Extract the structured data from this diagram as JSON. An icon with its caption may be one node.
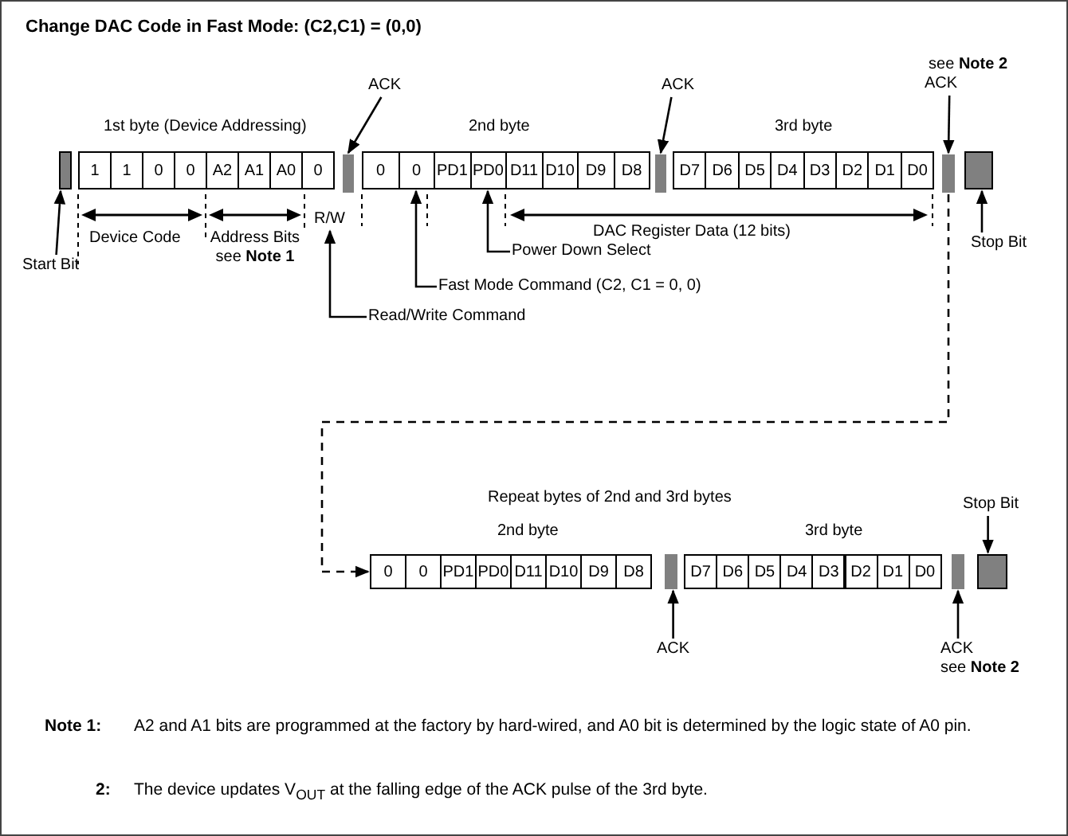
{
  "diagram": {
    "title": "Change DAC Code in Fast Mode: (C2,C1) = (0,0)",
    "nodes": [
      {
        "text": [],
        "shape": "bar"
      },
      {
        "text": [
          "1"
        ]
      },
      {
        "text": [
          "1"
        ]
      },
      {
        "text": [
          "0"
        ]
      },
      {
        "text": [
          "0"
        ]
      },
      {
        "text": [
          "A2"
        ]
      },
      {
        "text": [
          "A1"
        ]
      },
      {
        "text": [
          "A0"
        ]
      },
      {
        "text": [
          "0"
        ]
      },
      {
        "text": [],
        "shape": "bar"
      },
      {
        "text": [
          "0"
        ]
      },
      {
        "text": [
          "0"
        ]
      },
      {
        "text": [
          "PD1"
        ]
      },
      {
        "text": [
          "PD0"
        ]
      },
      {
        "text": [
          "D11"
        ]
      },
      {
        "text": [
          "D10"
        ]
      },
      {
        "text": [
          "D9"
        ]
      },
      {
        "text": [
          "D8"
        ]
      },
      {
        "text": [],
        "shape": "bar"
      },
      {
        "text": [
          "D7"
        ]
      },
      {
        "text": [
          "D6"
        ]
      },
      {
        "text": [
          "D5"
        ]
      },
      {
        "text": [
          "D4"
        ]
      },
      {
        "text": [
          "D3"
        ]
      },
      {
        "text": [
          "D2"
        ]
      },
      {
        "text": [
          "D1"
        ]
      },
      {
        "text": [
          "D0"
        ]
      },
      {
        "text": [],
        "shape": "bar"
      },
      {
        "text": [],
        "shape": "bar"
      },
      {
        "text": [
          "Start Bit"
        ]
      },
      {
        "text": [
          "ACK"
        ]
      },
      {
        "text": [
          "ACK"
        ]
      },
      {
        "text": [
          "see **Note 2**",
          "ACK"
        ]
      },
      {
        "text": [
          "Stop Bit"
        ]
      },
      {
        "text": [
          "R/W"
        ]
      },
      {
        "text": [
          "Read/Write Command"
        ]
      },
      {
        "text": [
          "Fast Mode Command (C2, C1 = 0, 0)"
        ]
      },
      {
        "text": [
          "Power Down Select"
        ]
      },
      {
        "text": [
          "0"
        ]
      },
      {
        "text": [
          "0"
        ]
      },
      {
        "text": [
          "PD1"
        ]
      },
      {
        "text": [
          "PD0"
        ]
      },
      {
        "text": [
          "D11"
        ]
      },
      {
        "text": [
          "D10"
        ]
      },
      {
        "text": [
          "D9"
        ]
      },
      {
        "text": [
          "D8"
        ]
      },
      {
        "text": [],
        "shape": "bar"
      },
      {
        "text": [
          "D7"
        ]
      },
      {
        "text": [
          "D6"
        ]
      },
      {
        "text": [
          "D5"
        ]
      },
      {
        "text": [
          "D4"
        ]
      },
      {
        "text": [
          "D3"
        ]
      },
      {
        "text": [
          "D2"
        ]
      },
      {
        "text": [
          "D1"
        ]
      },
      {
        "text": [
          "D0"
        ]
      },
      {
        "text": [],
        "shape": "bar"
      },
      {
        "text": [],
        "shape": "bar"
      },
      {
        "text": [
          "Stop Bit"
        ]
      },
      {
        "text": [
          "ACK"
        ]
      },
      {
        "text": [
          "ACK",
          "see **Note 2**"
        ]
      }
    ],
    "edges": [
      {
        "from": 29,
        "to": 0,
        "arrow": "to"
      },
      {
        "from": 30,
        "to": 9,
        "arrow": "to"
      },
      {
        "from": 31,
        "to": 18,
        "arrow": "to"
      },
      {
        "from": 32,
        "to": 27,
        "arrow": "to"
      },
      {
        "from": 33,
        "to": 28,
        "arrow": "to"
      },
      {
        "from": 35,
        "to": 34,
        "arrow": "to"
      },
      {
        "from": 36,
        "to": 11,
        "arrow": "to"
      },
      {
        "from": 37,
        "to": 13,
        "arrow": "to"
      },
      {
        "from": 27,
        "to": 38,
        "arrow": "to",
        "style": "dashed"
      },
      {
        "from": 57,
        "to": 56,
        "arrow": "to"
      },
      {
        "from": 58,
        "to": 46,
        "arrow": "to"
      },
      {
        "from": 59,
        "to": 55,
        "arrow": "to"
      }
    ],
    "labels": [
      "1st byte (Device Addressing)",
      "2nd byte",
      "3rd byte",
      "Device Code",
      "Address Bits see **Note 1**",
      "DAC Register Data (12 bits)",
      "Repeat bytes of 2nd and 3rd bytes",
      "2nd byte",
      "3rd byte",
      "Note 1:",
      "A2 and A1 bits are programmed at the factory by hard-wired, and A0 bit is determined by the logic state of A0 pin.",
      "2:",
      "The device updates V$_{OUT}$ at the falling edge of the ACK pulse of the 3rd byte."
    ]
  }
}
